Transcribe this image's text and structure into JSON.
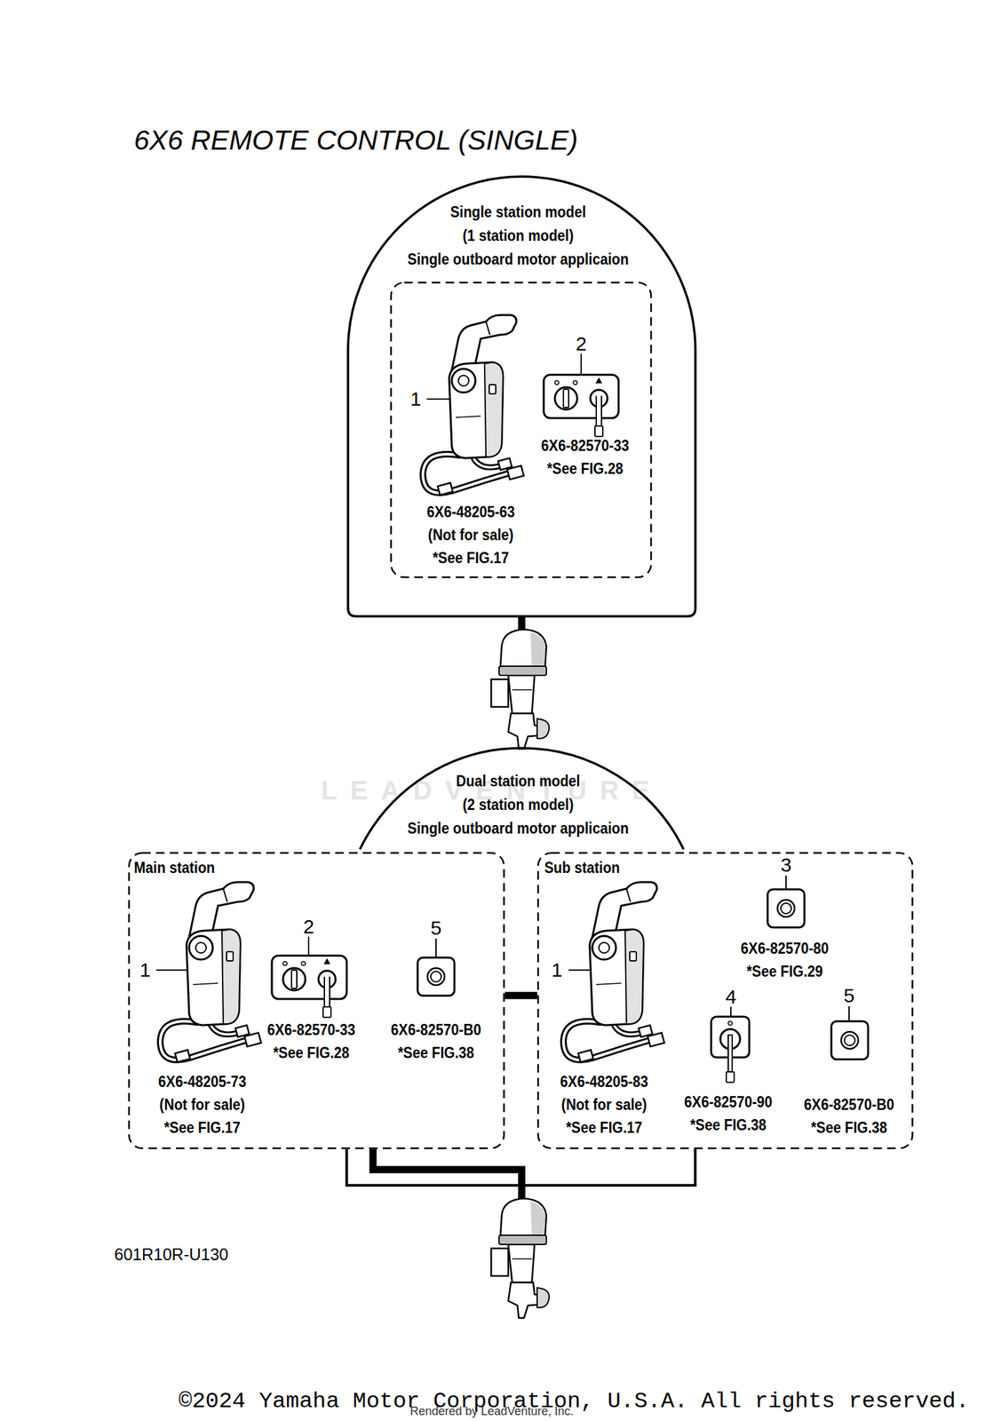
{
  "diagram": {
    "title": "6X6 REMOTE CONTROL (SINGLE)",
    "nodes": [
      {
        "text": [
          "Single station model",
          "(1 station model)",
          "Single outboard motor applicaion"
        ]
      },
      {
        "text": [
          "6X6-48205-63 (Not for sale) *See FIG.17",
          "6X6-82570-33 *See FIG.28"
        ],
        "in": 0
      },
      {
        "text": [
          "Dual station model",
          "(2 station model)",
          "Single outboard motor applicaion"
        ]
      },
      {
        "text": [
          "Main station",
          "6X6-48205-73 (Not for sale) *See FIG.17",
          "6X6-82570-33 *See FIG.28",
          "6X6-82570-B0 *See FIG.38"
        ]
      },
      {
        "text": [
          "Sub station",
          "6X6-48205-83 (Not for sale) *See FIG.17",
          "6X6-82570-80 *See FIG.29",
          "6X6-82570-90 *See FIG.38",
          "6X6-82570-B0 *See FIG.38"
        ]
      }
    ],
    "edges": [
      {
        "from": 3,
        "to": 4,
        "arrow": "none"
      },
      {
        "from": 3,
        "to": 4,
        "arrow": "none"
      }
    ],
    "labels": [
      "1",
      "2",
      "1",
      "2",
      "5",
      "1",
      "3",
      "4",
      "5",
      "LEADVENTURE",
      "601R10R-U130",
      "©2024 Yamaha Motor Corporation, U.S.A. All rights reserved.",
      "Rendered by LeadVenture, Inc."
    ]
  }
}
